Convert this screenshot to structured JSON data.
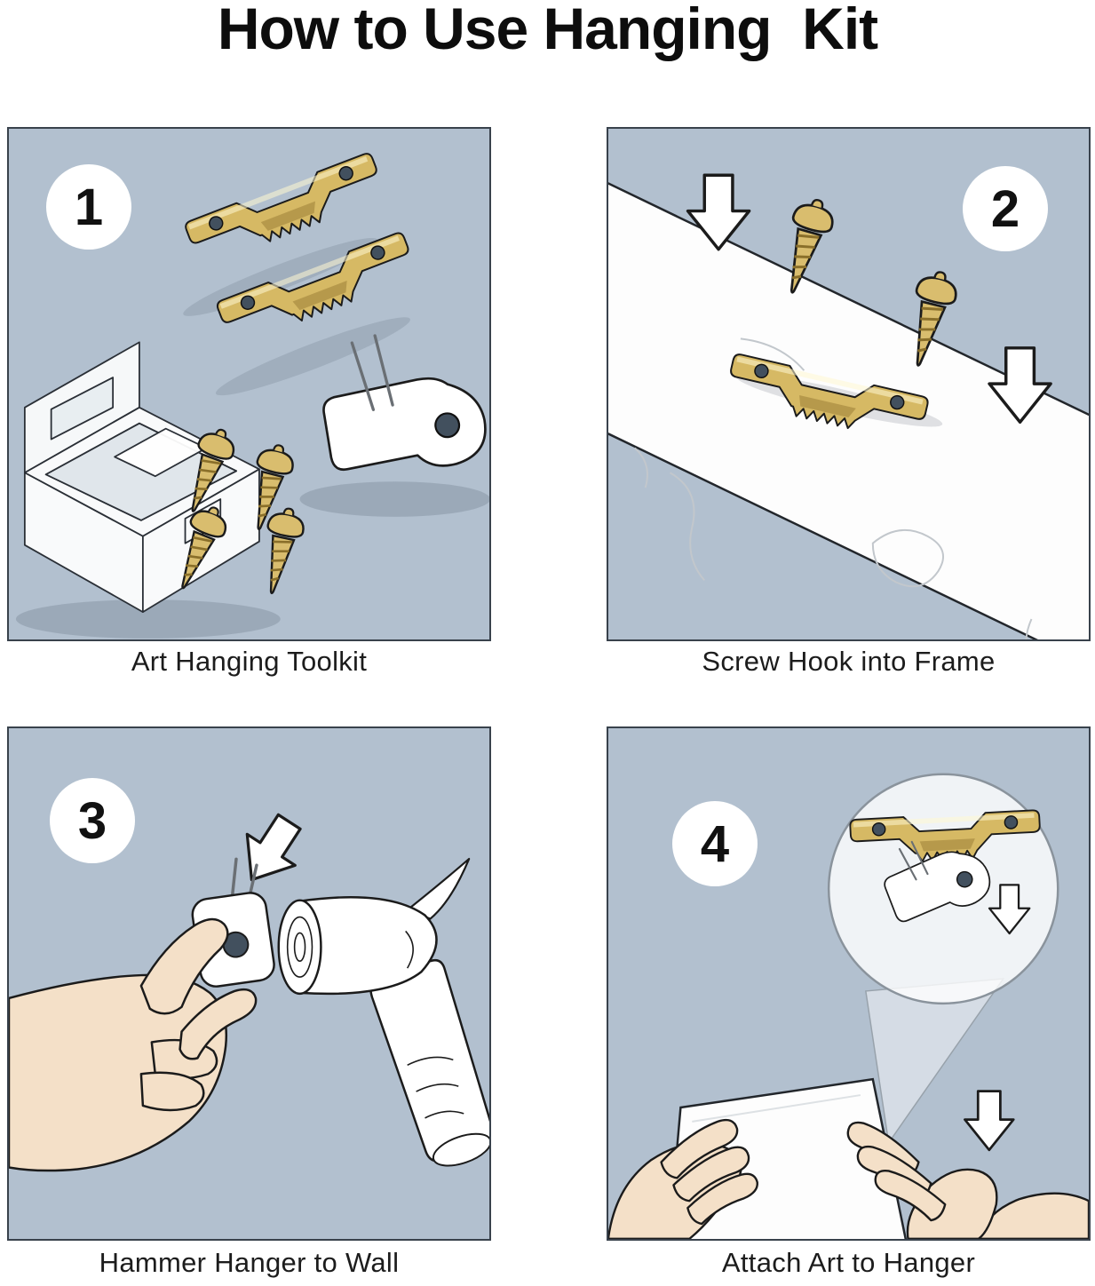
{
  "title": "How to Use Hanging  Kit",
  "panels": [
    {
      "number": "1",
      "caption": "Art Hanging Toolkit"
    },
    {
      "number": "2",
      "caption": "Screw Hook into Frame"
    },
    {
      "number": "3",
      "caption": "Hammer Hanger to Wall"
    },
    {
      "number": "4",
      "caption": "Attach Art to Hanger"
    }
  ],
  "colors": {
    "panel_bg": "#b2c0cf",
    "brass": "#d6b964",
    "brass_dark": "#8a6f2a",
    "outline": "#1b1b1b",
    "skin": "#f4e0c8",
    "white": "#ffffff"
  }
}
